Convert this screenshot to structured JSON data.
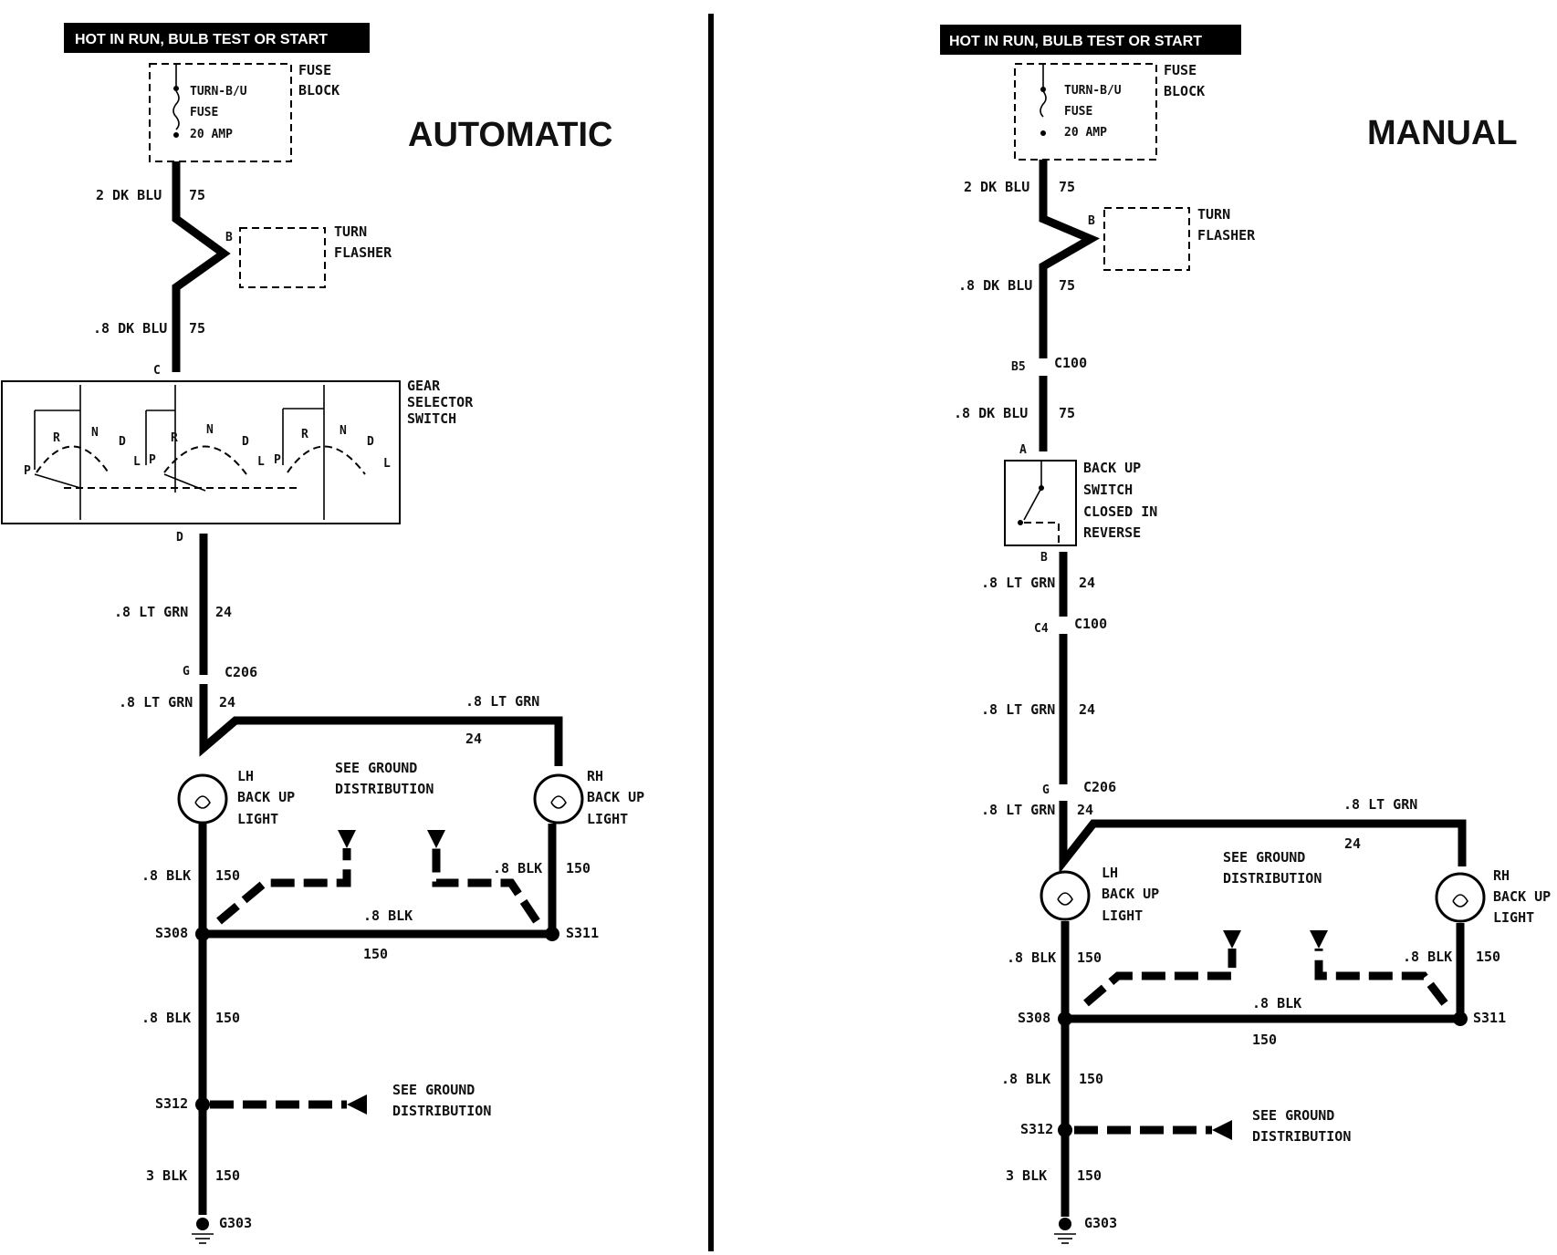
{
  "header": "HOT IN RUN,  BULB TEST OR START",
  "fuse_block": {
    "fuse_line1": "TURN-B/U",
    "fuse_line2": "FUSE",
    "amp": "20 AMP",
    "block_line1": "FUSE",
    "block_line2": "BLOCK"
  },
  "flasher": {
    "line1": "TURN",
    "line2": "FLASHER",
    "pin": "B"
  },
  "wires": {
    "dk_blu_2": "2 DK BLU",
    "dk_blu_08": ".8 DK BLU",
    "circuit_75": "75",
    "lt_grn": ".8 LT GRN",
    "circuit_24": "24",
    "blk_08": ".8 BLK",
    "blk_3": "3 BLK",
    "circuit_150": "150"
  },
  "connectors": {
    "c206": "C206",
    "c100": "C100",
    "g": "G",
    "b5": "B5",
    "c4": "C4"
  },
  "splices": {
    "s308": "S308",
    "s311": "S311",
    "s312": "S312"
  },
  "ground_node": "G303",
  "lamps": {
    "lh": {
      "line1": "LH",
      "line2": "BACK UP",
      "line3": "LIGHT"
    },
    "rh": {
      "line1": "RH",
      "line2": "BACK UP",
      "line3": "LIGHT"
    }
  },
  "see_ground": {
    "line1": "SEE GROUND",
    "line2": "DISTRIBUTION"
  },
  "automatic": {
    "title": "AUTOMATIC",
    "gear_switch": {
      "line1": "GEAR",
      "line2": "SELECTOR",
      "line3": "SWITCH",
      "pin_in": "C",
      "pin_out": "D"
    },
    "positions": [
      "P",
      "R",
      "N",
      "D",
      "L"
    ]
  },
  "manual": {
    "title": "MANUAL",
    "backup_switch": {
      "line1": "BACK UP",
      "line2": "SWITCH",
      "line3": "CLOSED IN",
      "line4": "REVERSE",
      "pin_a": "A",
      "pin_b": "B"
    }
  }
}
